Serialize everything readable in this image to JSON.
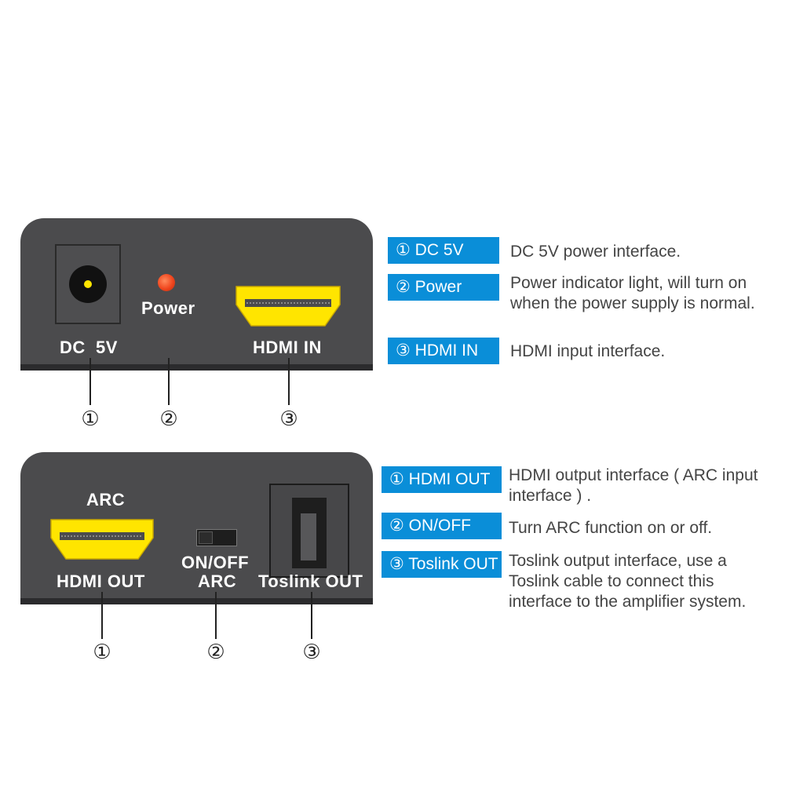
{
  "top_panel": {
    "dc_label": "DC  5V",
    "power_label": "Power",
    "hdmi_in_label": "HDMI IN",
    "markers": [
      "①",
      "②",
      "③"
    ]
  },
  "bottom_panel": {
    "arc_label": "ARC",
    "hdmi_out_label": "HDMI OUT",
    "onoff_label": "ON/OFF",
    "arc2_label": "ARC",
    "toslink_label": "Toslink OUT",
    "markers": [
      "①",
      "②",
      "③"
    ]
  },
  "legend_top": [
    {
      "tag": "① DC 5V",
      "desc": "DC 5V power interface."
    },
    {
      "tag": "② Power",
      "desc": "Power indicator light, will turn on when the power supply is normal."
    },
    {
      "tag": "③ HDMI IN",
      "desc": "HDMI input interface."
    }
  ],
  "legend_bottom": [
    {
      "tag": "① HDMI OUT",
      "desc": "HDMI output interface ( ARC input interface ) ."
    },
    {
      "tag": "② ON/OFF",
      "desc": "Turn ARC function on or off."
    },
    {
      "tag": "③ Toslink OUT",
      "desc": "Toslink output interface, use a Toslink cable to connect this interface to the amplifier system."
    }
  ],
  "colors": {
    "panel": "#4b4b4d",
    "tag_bg": "#0a8ed8",
    "hdmi_port": "#ffe500",
    "led": "#f0461e"
  },
  "icons": [
    "dc-power-jack-icon",
    "power-led-icon",
    "hdmi-port-icon",
    "toslink-port-icon",
    "slide-switch-icon"
  ]
}
